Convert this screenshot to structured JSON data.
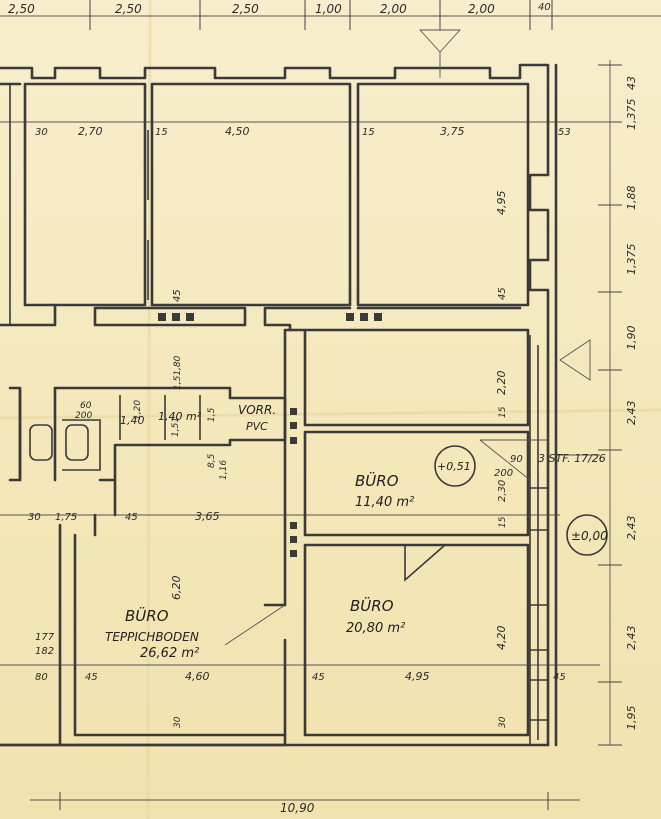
{
  "dims_top": [
    "2,50",
    "2,50",
    "2,50",
    "1,00",
    "2,00",
    "2,00",
    "40"
  ],
  "dims_right": [
    "43",
    "1,375",
    "1,88",
    "1,375",
    "1,90",
    "2,43",
    "2,43",
    "2,43",
    "1,95"
  ],
  "dims_inner": [
    "30",
    "2,70",
    "15",
    "4,50",
    "15",
    "3,75",
    "53",
    "4,95",
    "45",
    "45",
    "6,20",
    "1,51,80",
    "2,20",
    "15",
    "1,20",
    "1,40",
    "1,51",
    "8,5",
    "1,5",
    "1,16",
    "200",
    "60",
    "30",
    "1,75",
    "45",
    "3,65",
    "2,30",
    "15",
    "90",
    "200",
    "45",
    "4,60",
    "45",
    "4,95",
    "30",
    "30",
    "4,20",
    "177",
    "182",
    "80",
    "45"
  ],
  "dim_bottom": "10,90",
  "rooms": {
    "buero1": {
      "name": "BÜRO",
      "area": "11,40 m²"
    },
    "buero2": {
      "name": "BÜRO",
      "area": "20,80 m²"
    },
    "buero3": {
      "name": "BÜRO",
      "sub": "TEPPICHBODEN",
      "area": "26,62 m²"
    },
    "vorr": {
      "name": "VORR.",
      "sub": "PVC"
    },
    "wc": {
      "area": "1,40 m²"
    }
  },
  "levels": {
    "l1": "+0,51",
    "l2": "±0,00"
  },
  "stairs": "3 STF. 17/26",
  "colors": {
    "paper": "#f6ecc4",
    "ink": "#3a3a3a"
  }
}
